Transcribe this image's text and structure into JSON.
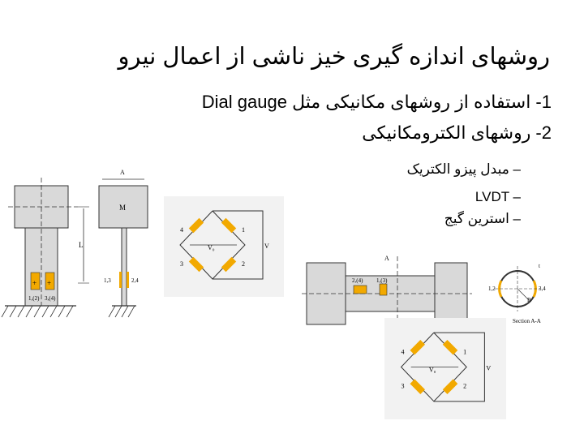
{
  "slide": {
    "title": "روشهای اندازه گیری خیز ناشی از اعمال نیرو",
    "bullets": [
      {
        "text": "1- استفاده از روشهای مکانیکی مثل Dial gauge",
        "sub": []
      },
      {
        "text": "2- روشهای الکترومکانیکی",
        "sub": [
          "– مبدل پیزو الکتریک",
          "LVDT –",
          "– استرین گیج"
        ]
      }
    ]
  },
  "figures": {
    "beam": {
      "load_label": "M",
      "width_label": "A",
      "length_label": "L",
      "gauge_front": [
        "1,(2)",
        "3,(4)"
      ],
      "gauge_side": [
        "1,3",
        "2,4"
      ]
    },
    "bridge_top": {
      "arms": [
        "4",
        "1",
        "3",
        "2"
      ],
      "vo_label": "V₀",
      "v_label": "V"
    },
    "shaft": {
      "section_mark": "A",
      "gauge_labels": [
        "2,(4)",
        "1,(3)"
      ]
    },
    "section": {
      "left_label": "1,2",
      "right_label": "3,4",
      "thickness_label": "t",
      "radius_label": "R",
      "caption": "Section A-A"
    },
    "bridge_bottom": {
      "arms": [
        "4",
        "1",
        "3",
        "2"
      ],
      "vo_label": "V₀",
      "v_label": "V"
    }
  },
  "colors": {
    "gauge": "#f2a900",
    "metal": "#d9d9d9",
    "panel": "#f2f2f2"
  }
}
